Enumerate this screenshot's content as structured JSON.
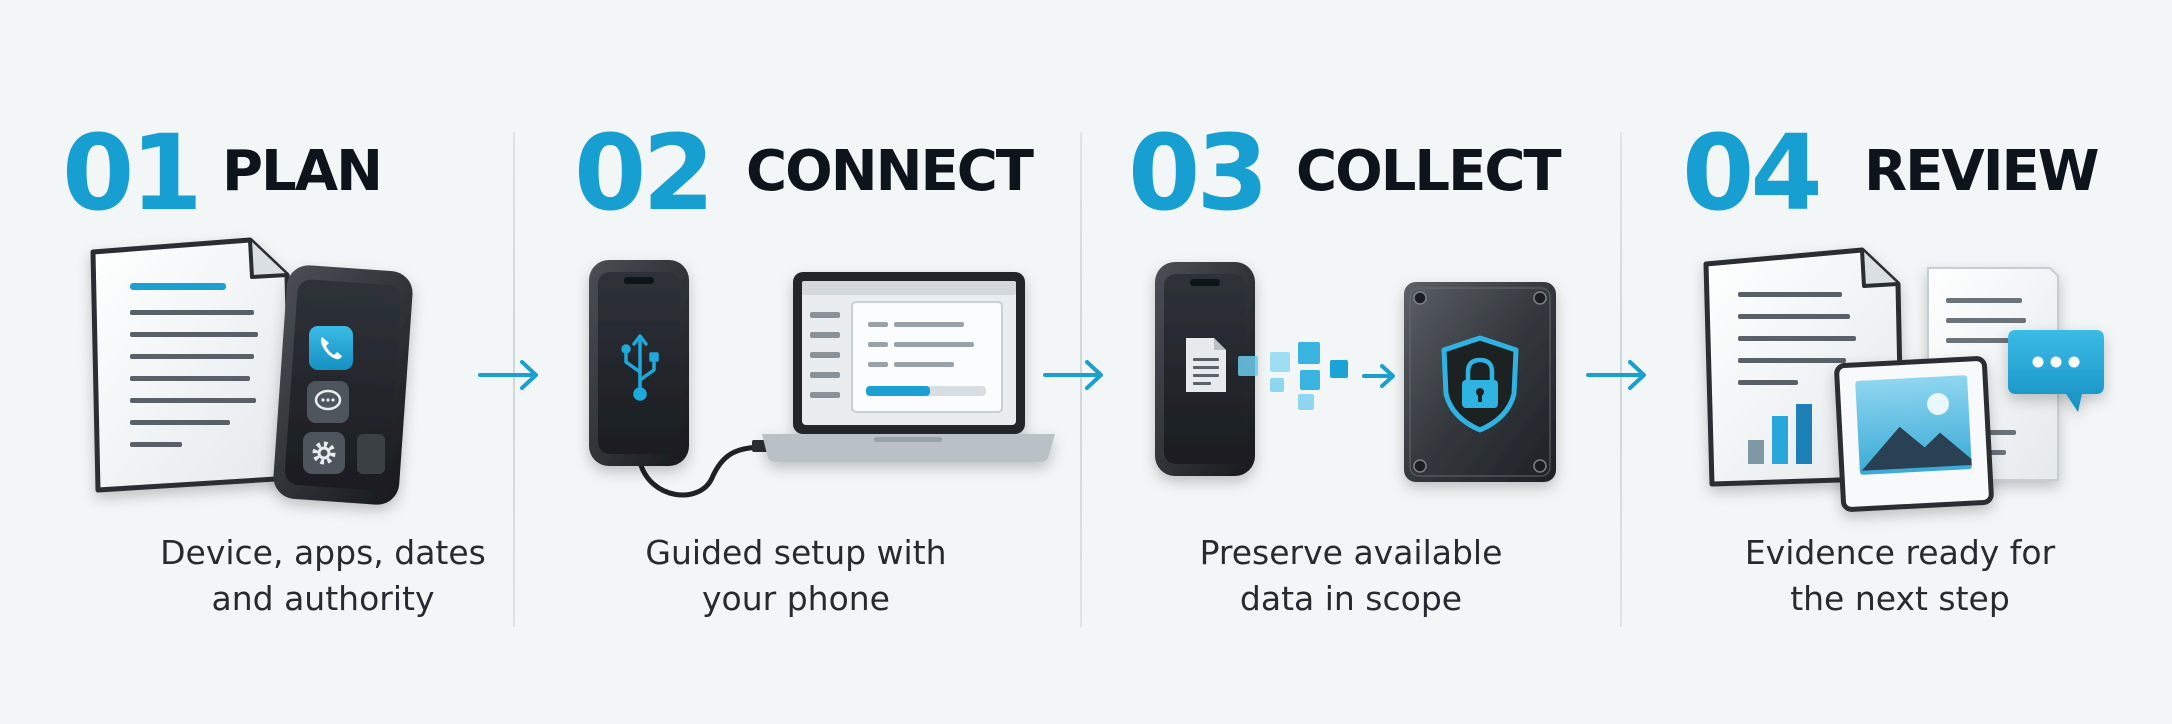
{
  "steps": [
    {
      "number": "01",
      "title": "PLAN",
      "caption_line1": "Device, apps, dates",
      "caption_line2": "and authority"
    },
    {
      "number": "02",
      "title": "CONNECT",
      "caption_line1": "Guided setup with",
      "caption_line2": "your phone"
    },
    {
      "number": "03",
      "title": "COLLECT",
      "caption_line1": "Preserve available",
      "caption_line2": "data in scope"
    },
    {
      "number": "04",
      "title": "REVIEW",
      "caption_line1": "Evidence ready for",
      "caption_line2": "the next step"
    }
  ],
  "colors": {
    "accent": "#169fd0",
    "title": "#0d141b",
    "caption": "#262b31",
    "background": "#f3f6f7"
  },
  "icons": {
    "plan": [
      "document-icon",
      "phone-icon",
      "call-app-icon",
      "chat-app-icon",
      "gear-app-icon"
    ],
    "connect": [
      "phone-icon",
      "usb-icon",
      "laptop-icon",
      "cable-icon"
    ],
    "collect": [
      "phone-icon",
      "file-icon",
      "data-transfer-icon",
      "secure-storage-icon",
      "lock-shield-icon"
    ],
    "review": [
      "report-icon",
      "chart-icon",
      "image-icon",
      "chat-bubble-icon"
    ],
    "arrow": "arrow-right-icon"
  }
}
